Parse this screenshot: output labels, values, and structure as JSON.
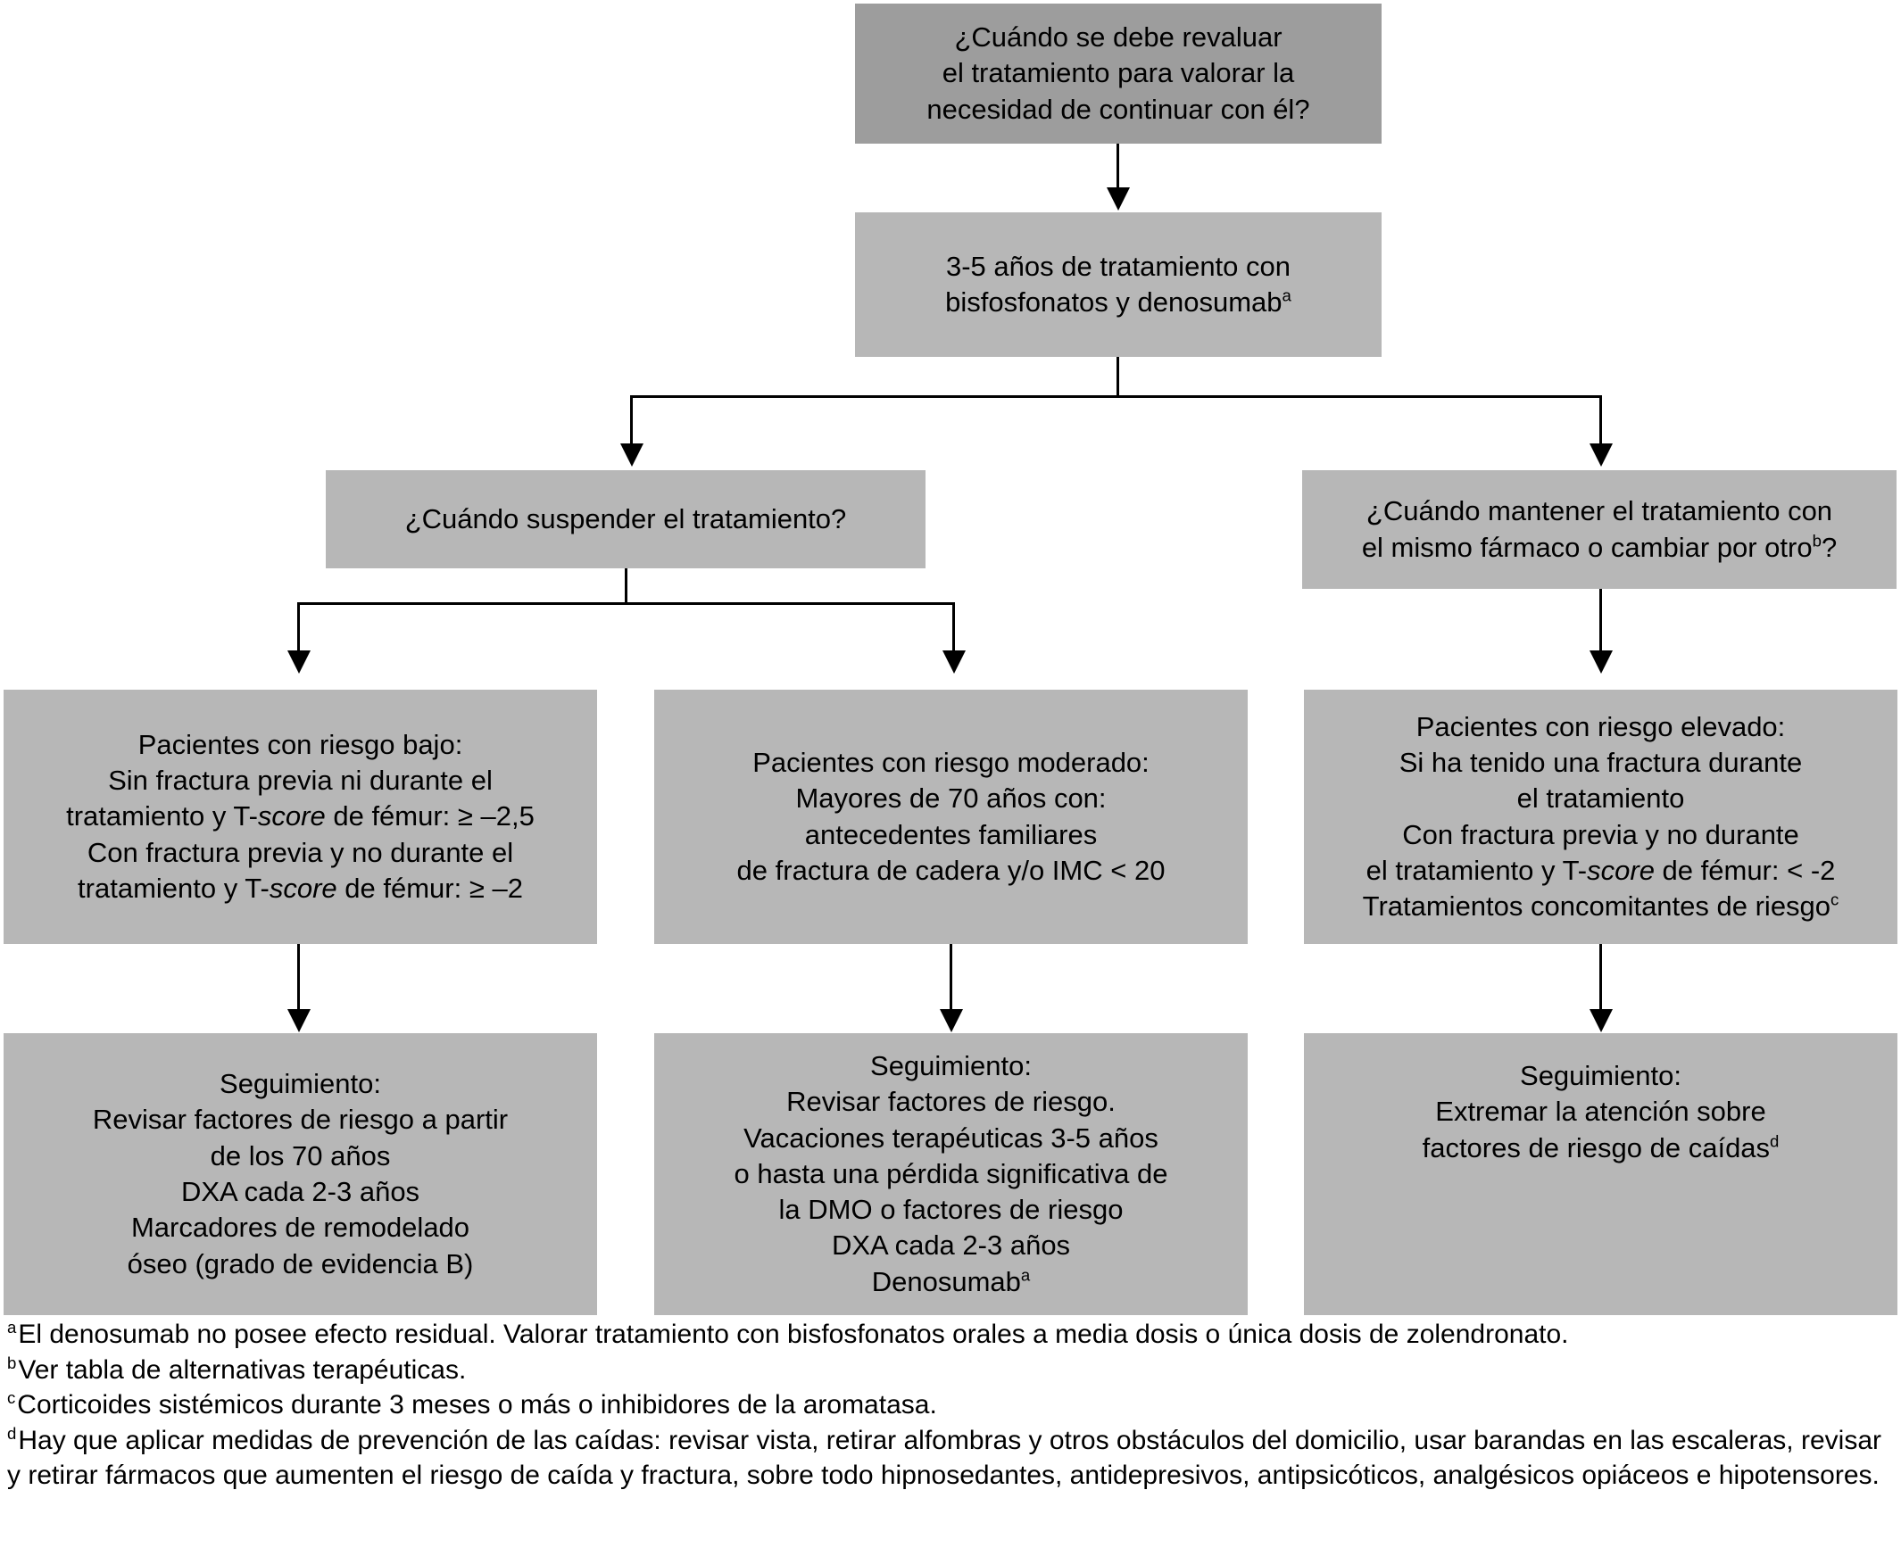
{
  "diagram": {
    "title_box": {
      "lines": [
        "¿Cuándo se debe revaluar",
        "el tratamiento para valorar la",
        "necesidad de continuar con él?"
      ]
    },
    "treatment_box": {
      "lines": [
        "3-5 años de tratamiento con",
        "bisfosfonatos y denosumab"
      ],
      "superscript": "a"
    },
    "question_stop": {
      "lines": [
        "¿Cuándo suspender el tratamiento?"
      ]
    },
    "question_continue": {
      "lines": [
        "¿Cuándo mantener el tratamiento con",
        "el mismo fármaco o cambiar por otro"
      ],
      "superscript": "b",
      "tail": "?"
    },
    "risk_low": {
      "lines": [
        "Pacientes con riesgo bajo:",
        "Sin fractura previa ni durante el",
        "tratamiento y T-score de fémur: ≥ –2,5",
        "Con fractura previa y no durante el",
        "tratamiento y T-score de fémur: ≥ –2"
      ]
    },
    "risk_moderate": {
      "lines": [
        "Pacientes con riesgo moderado:",
        "Mayores de 70 años con:",
        "antecedentes familiares",
        "de fractura de cadera y/o IMC < 20"
      ]
    },
    "risk_high": {
      "lines": [
        "Pacientes con riesgo elevado:",
        "Si ha tenido una fractura durante",
        "el tratamiento",
        "Con fractura previa y no durante",
        "el tratamiento y T-score de fémur: < -2",
        "Tratamientos concomitantes de riesgo"
      ],
      "superscript": "c"
    },
    "followup_low": {
      "lines": [
        "Seguimiento:",
        "Revisar factores de riesgo a partir",
        "de los 70 años",
        "DXA cada 2-3 años",
        "Marcadores de remodelado",
        "óseo (grado de evidencia B)"
      ]
    },
    "followup_moderate": {
      "lines": [
        "Seguimiento:",
        "Revisar factores de riesgo.",
        "Vacaciones terapéuticas 3-5 años",
        "o hasta una pérdida significativa de",
        "la DMO o factores de riesgo",
        "DXA cada 2-3 años",
        "Denosumab"
      ],
      "superscript": "a"
    },
    "followup_high": {
      "lines": [
        "Seguimiento:",
        "Extremar la atención sobre",
        "factores de riesgo de caídas"
      ],
      "superscript": "d"
    }
  },
  "footnotes": [
    {
      "mark": "a",
      "text": "El denosumab no posee efecto residual. Valorar tratamiento con bisfosfonatos orales a media dosis o única dosis de zolendronato."
    },
    {
      "mark": "b",
      "text": "Ver tabla de alternativas terapéuticas."
    },
    {
      "mark": "c",
      "text": "Corticoides sistémicos durante 3 meses o más o inhibidores de la aromatasa."
    },
    {
      "mark": "d",
      "text": "Hay que aplicar medidas de prevención de las caídas: revisar vista, retirar alfombras y otros obstáculos del domicilio, usar barandas en las escaleras, revisar y retirar fármacos que aumenten el riesgo de caída y fractura, sobre todo hipnosedantes, antidepresivos, antipsicóticos, analgésicos opiáceos e hipotensores."
    }
  ],
  "colors": {
    "box_fill": "#b7b7b7",
    "box_fill_dark": "#9d9d9d",
    "connector": "#000000",
    "background": "#ffffff",
    "text": "#000000"
  }
}
